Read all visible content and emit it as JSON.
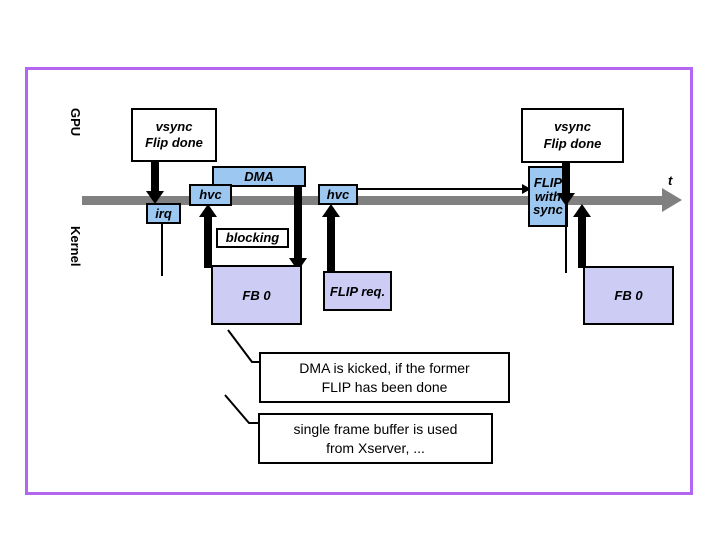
{
  "slide": {
    "border_color": "#b366f2",
    "background": "#ffffff"
  },
  "lanes": [
    {
      "name": "gpu",
      "label": "GPU"
    },
    {
      "name": "kernel",
      "label": "Kernel"
    }
  ],
  "timeline": {
    "axis_label": "t",
    "color": "#808080"
  },
  "gpu_events": [
    {
      "name": "vsync-flip-done-left",
      "line1": "vsync",
      "line2": "Flip done"
    },
    {
      "name": "vsync-flip-done-right",
      "line1": "vsync",
      "line2": "Flip done"
    }
  ],
  "kernel_blocks": {
    "dma": "DMA",
    "hvc_first": "hvc",
    "hvc_second": "hvc",
    "irq": "irq",
    "blocking": "blocking",
    "flip_with_sync_line1": "FLIP",
    "flip_with_sync_line2": "with",
    "flip_with_sync_line3": "sync"
  },
  "buffers": [
    {
      "name": "fb0-left",
      "label": "FB 0"
    },
    {
      "name": "flip-req",
      "label": "FLIP req."
    },
    {
      "name": "fb0-right",
      "label": "FB 0"
    }
  ],
  "notes": [
    {
      "name": "note-dma-kicked",
      "line1": "DMA is kicked, if the former",
      "line2": "FLIP has been done"
    },
    {
      "name": "note-single-fb",
      "line1": "single frame buffer is used",
      "line2": "from Xserver, ..."
    }
  ],
  "colors": {
    "blue_block": "#9bc7f0",
    "lavender_block": "#ccccf5",
    "timeline_gray": "#808080",
    "frame_purple": "#b366f2",
    "stroke_black": "#000000"
  }
}
